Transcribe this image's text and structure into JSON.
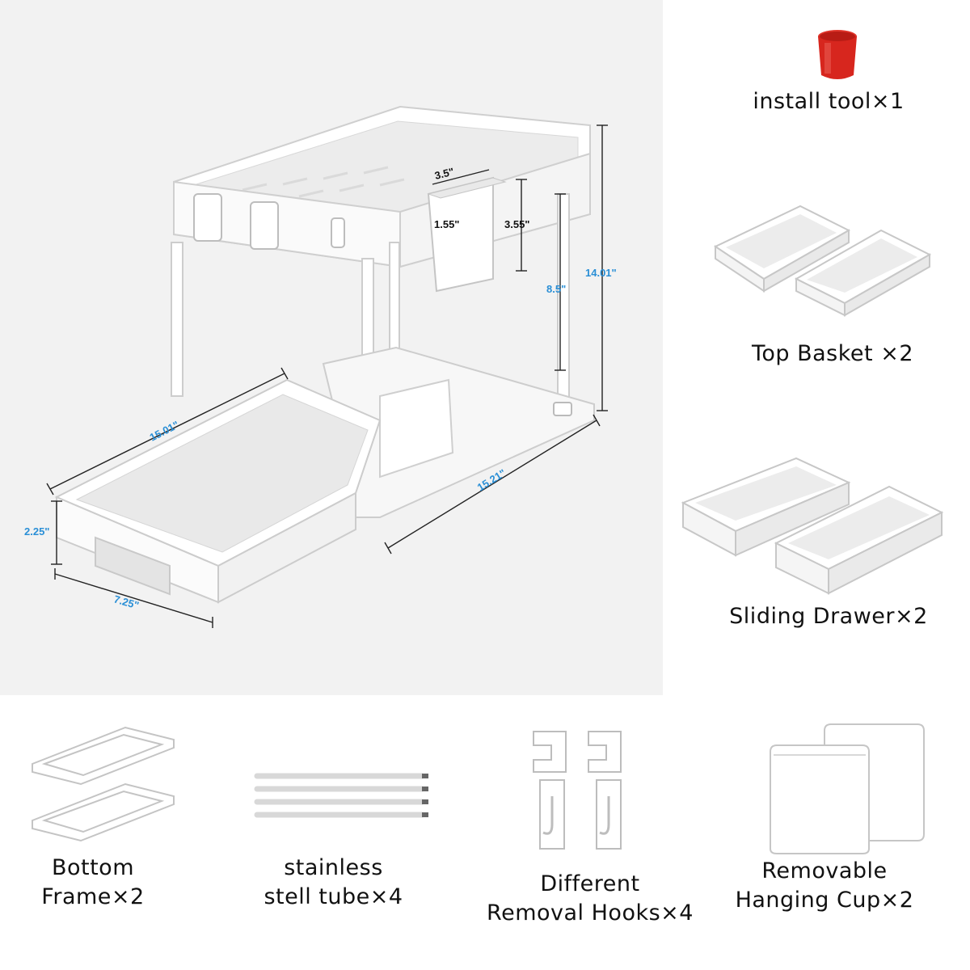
{
  "dimensions": {
    "top_width": "3.5\"",
    "cup_depth": "1.55\"",
    "cup_height": "3.55\"",
    "upper_height": "8.5\"",
    "total_height": "14.01\"",
    "depth_left": "15.01\"",
    "depth_right": "15.21\"",
    "drawer_height": "2.25\"",
    "width": "7.25\""
  },
  "parts": {
    "install_tool": "install tool×1",
    "top_basket": "Top Basket ×2",
    "sliding_drawer": "Sliding Drawer×2",
    "bottom_frame_l1": "Bottom",
    "bottom_frame_l2": "Frame×2",
    "tube_l1": "stainless",
    "tube_l2": "stell tube×4",
    "hooks_l1": "Different",
    "hooks_l2": "Removal Hooks×4",
    "cup_l1": "Removable",
    "cup_l2": "Hanging Cup×2"
  },
  "colors": {
    "panel_bg": "#f2f2f2",
    "dimension_blue": "#2a8fd6",
    "tool_red": "#d7261e"
  }
}
